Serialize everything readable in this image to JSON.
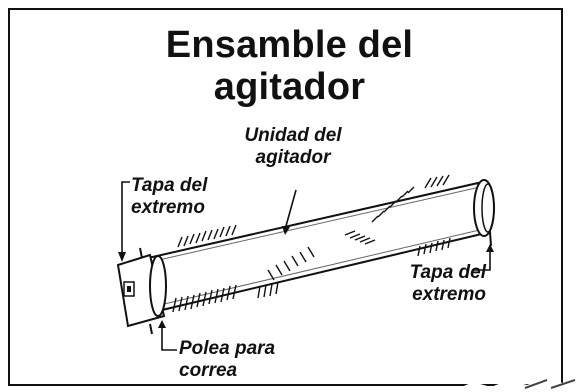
{
  "title": {
    "line1": "Ensamble del",
    "line2": "agitador"
  },
  "labels": {
    "agitator_unit": [
      "Unidad del",
      "agitador"
    ],
    "end_cap_left": [
      "Tapa del",
      "extremo"
    ],
    "end_cap_right": [
      "Tapa del",
      "extremo"
    ],
    "belt_pulley": [
      "Polea para",
      "correa"
    ]
  }
}
